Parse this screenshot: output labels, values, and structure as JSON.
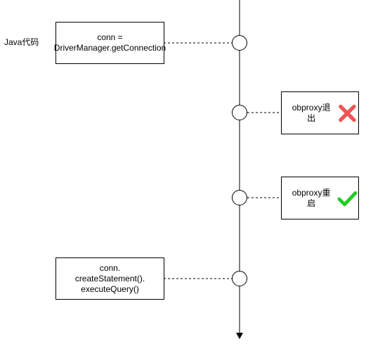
{
  "left_label": "Java代码",
  "boxes": {
    "get_connection": {
      "lines": [
        "conn =",
        "DriverManager.getConnection"
      ]
    },
    "execute_query": {
      "lines": [
        "conn.",
        "createStatement().",
        "executeQuery()"
      ]
    },
    "proxy_exit": {
      "label": "obproxy退出",
      "mark_icon": "red-cross-icon"
    },
    "proxy_restart": {
      "label": "obproxy重启",
      "mark_icon": "green-check-icon"
    }
  },
  "colors": {
    "line": "#000000",
    "cross": "#f05454",
    "check": "#22cc22"
  }
}
